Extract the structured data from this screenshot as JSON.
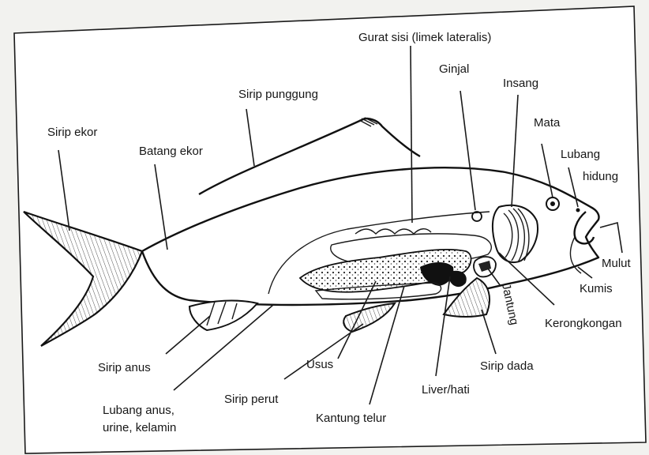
{
  "title": "",
  "labels": {
    "gurat_sisi": "Gurat sisi (limek lateralis)",
    "ginjal": "Ginjal",
    "insang": "Insang",
    "mata": "Mata",
    "lubang_hidung_1": "Lubang",
    "lubang_hidung_2": "hidung",
    "sirip_punggung": "Sirip punggung",
    "sirip_ekor": "Sirip ekor",
    "batang_ekor": "Batang ekor",
    "mulut": "Mulut",
    "kumis": "Kumis",
    "kerongkongan": "Kerongkongan",
    "jantung": "Jantung",
    "sirip_dada": "Sirip dada",
    "liver_hati": "Liver/hati",
    "kantung_telur": "Kantung telur",
    "usus": "Usus",
    "sirip_perut": "Sirip perut",
    "sirip_anus": "Sirip anus",
    "lubang_anus_1": "Lubang anus,",
    "lubang_anus_2": "urine, kelamin"
  }
}
